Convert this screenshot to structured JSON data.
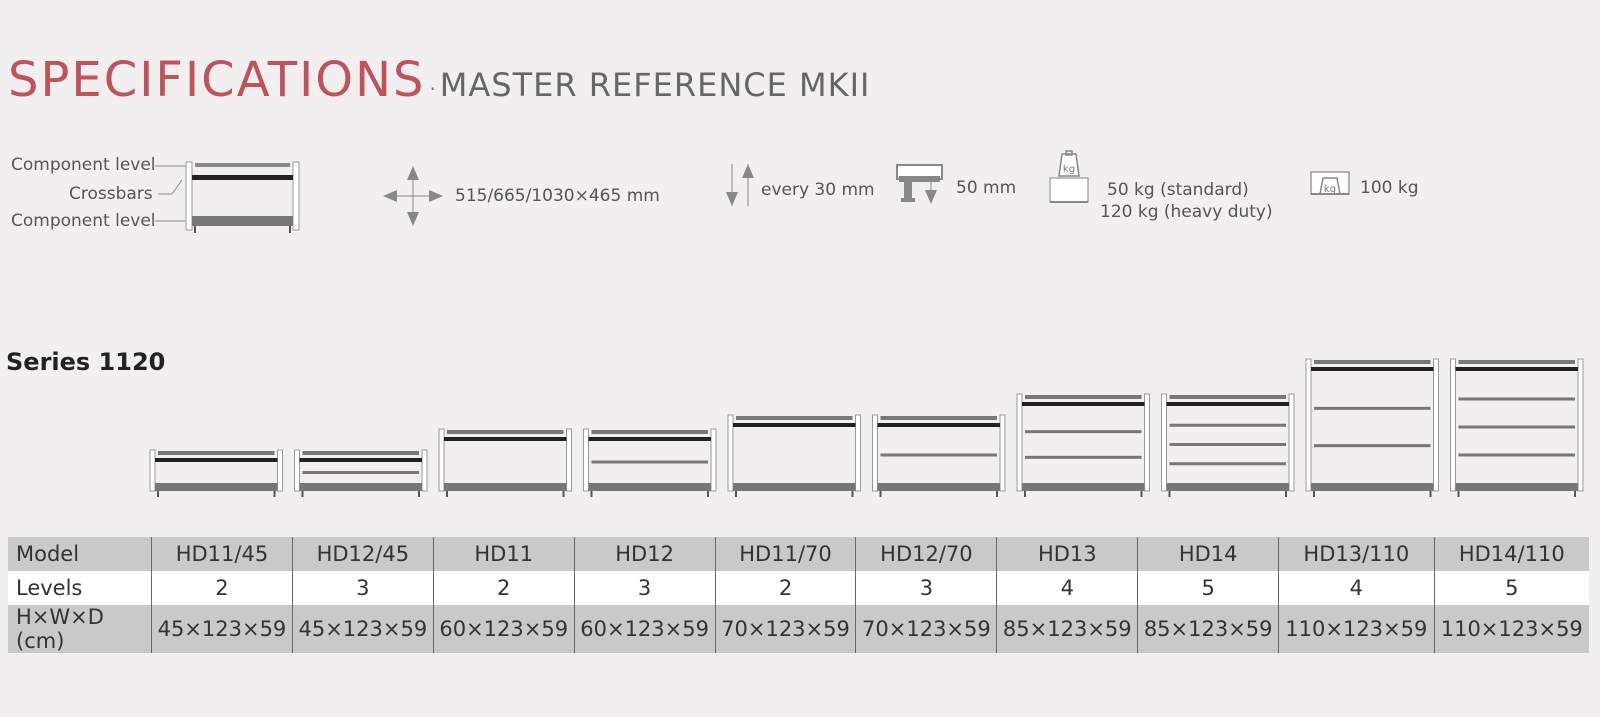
{
  "header": {
    "title": "SPECIFICATIONS",
    "separator": "·",
    "subtitle": "MASTER REFERENCE MKII"
  },
  "diagram_labels": {
    "top": "Component level",
    "middle": "Crossbars",
    "bottom": "Component level"
  },
  "specs": {
    "dimensions": "515/665/1030×465 mm",
    "adjust": "every 30 mm",
    "spike": "50 mm",
    "load_standard": "50 kg (standard)",
    "load_heavy": "120 kg (heavy duty)",
    "top_load": "100 kg",
    "weight_icon_label": "kg"
  },
  "series": {
    "title": "Series 1120",
    "row_labels": {
      "model": "Model",
      "levels": "Levels",
      "size": "H×W×D (cm)"
    },
    "models": [
      {
        "model": "HD11/45",
        "levels": "2",
        "size": "45×123×59"
      },
      {
        "model": "HD12/45",
        "levels": "3",
        "size": "45×123×59"
      },
      {
        "model": "HD11",
        "levels": "2",
        "size": "60×123×59"
      },
      {
        "model": "HD12",
        "levels": "3",
        "size": "60×123×59"
      },
      {
        "model": "HD11/70",
        "levels": "2",
        "size": "70×123×59"
      },
      {
        "model": "HD12/70",
        "levels": "3",
        "size": "70×123×59"
      },
      {
        "model": "HD13",
        "levels": "4",
        "size": "85×123×59"
      },
      {
        "model": "HD14",
        "levels": "5",
        "size": "85×123×59"
      },
      {
        "model": "HD13/110",
        "levels": "4",
        "size": "110×123×59"
      },
      {
        "model": "HD14/110",
        "levels": "5",
        "size": "110×123×59"
      }
    ]
  },
  "colors": {
    "title": "#c0525a",
    "frame": "#999999",
    "shelf": "#777777",
    "crossbar": "#222222",
    "table_grey": "#c9c9c9"
  }
}
